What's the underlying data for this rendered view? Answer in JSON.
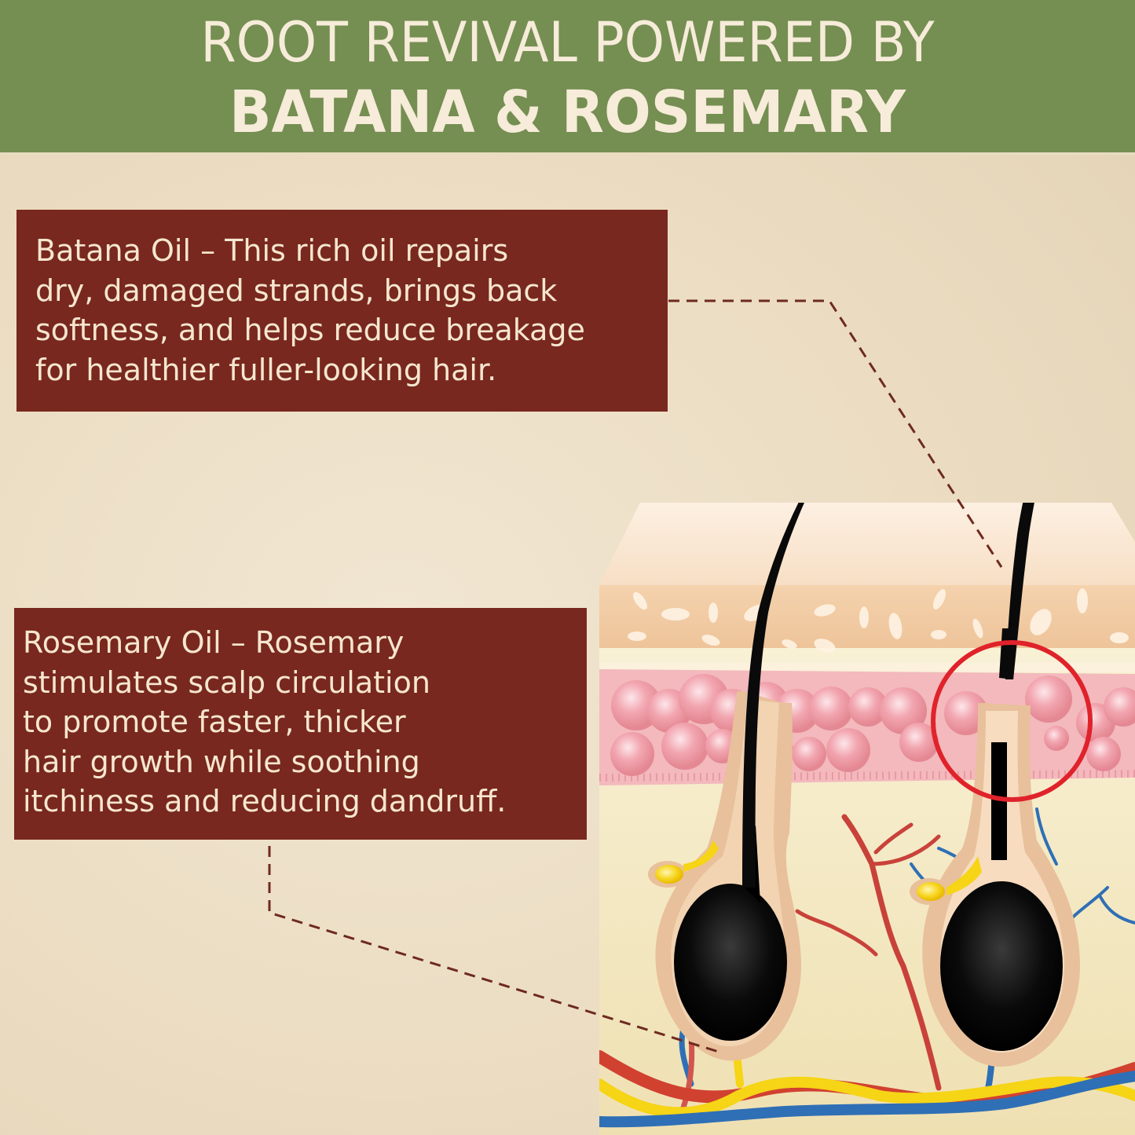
{
  "header": {
    "title_line1": "ROOT REVIVAL POWERED BY",
    "title_line2": "BATANA & ROSEMARY",
    "background_color": "#758e52",
    "text_color": "#f6ecd9"
  },
  "callouts": [
    {
      "id": "batana",
      "heading": "Batana Oil",
      "separator": "–",
      "lines": [
        "Batana Oil – This rich oil repairs",
        "dry, damaged strands, brings back",
        "softness, and helps reduce breakage",
        "for healthier fuller-looking hair."
      ],
      "background_color": "#78281e"
    },
    {
      "id": "rosemary",
      "heading": "Rosemary Oil",
      "separator": "–",
      "lines": [
        "Rosemary Oil – Rosemary",
        "stimulates scalp circulation",
        "to promote faster, thicker",
        "hair growth while soothing",
        "itchiness and reducing dandruff."
      ],
      "background_color": "#78281e"
    }
  ],
  "illustration": {
    "subject": "scalp-cross-section-with-hair-follicles",
    "elements": [
      "skin-layers",
      "hair-strand-left",
      "hair-strand-right",
      "hair-follicle-bulbs",
      "sebaceous-glands",
      "blood-vessels",
      "nerves",
      "highlight-circle"
    ],
    "highlight_color": "#e0222a",
    "connector_color": "#6e2a1f"
  }
}
